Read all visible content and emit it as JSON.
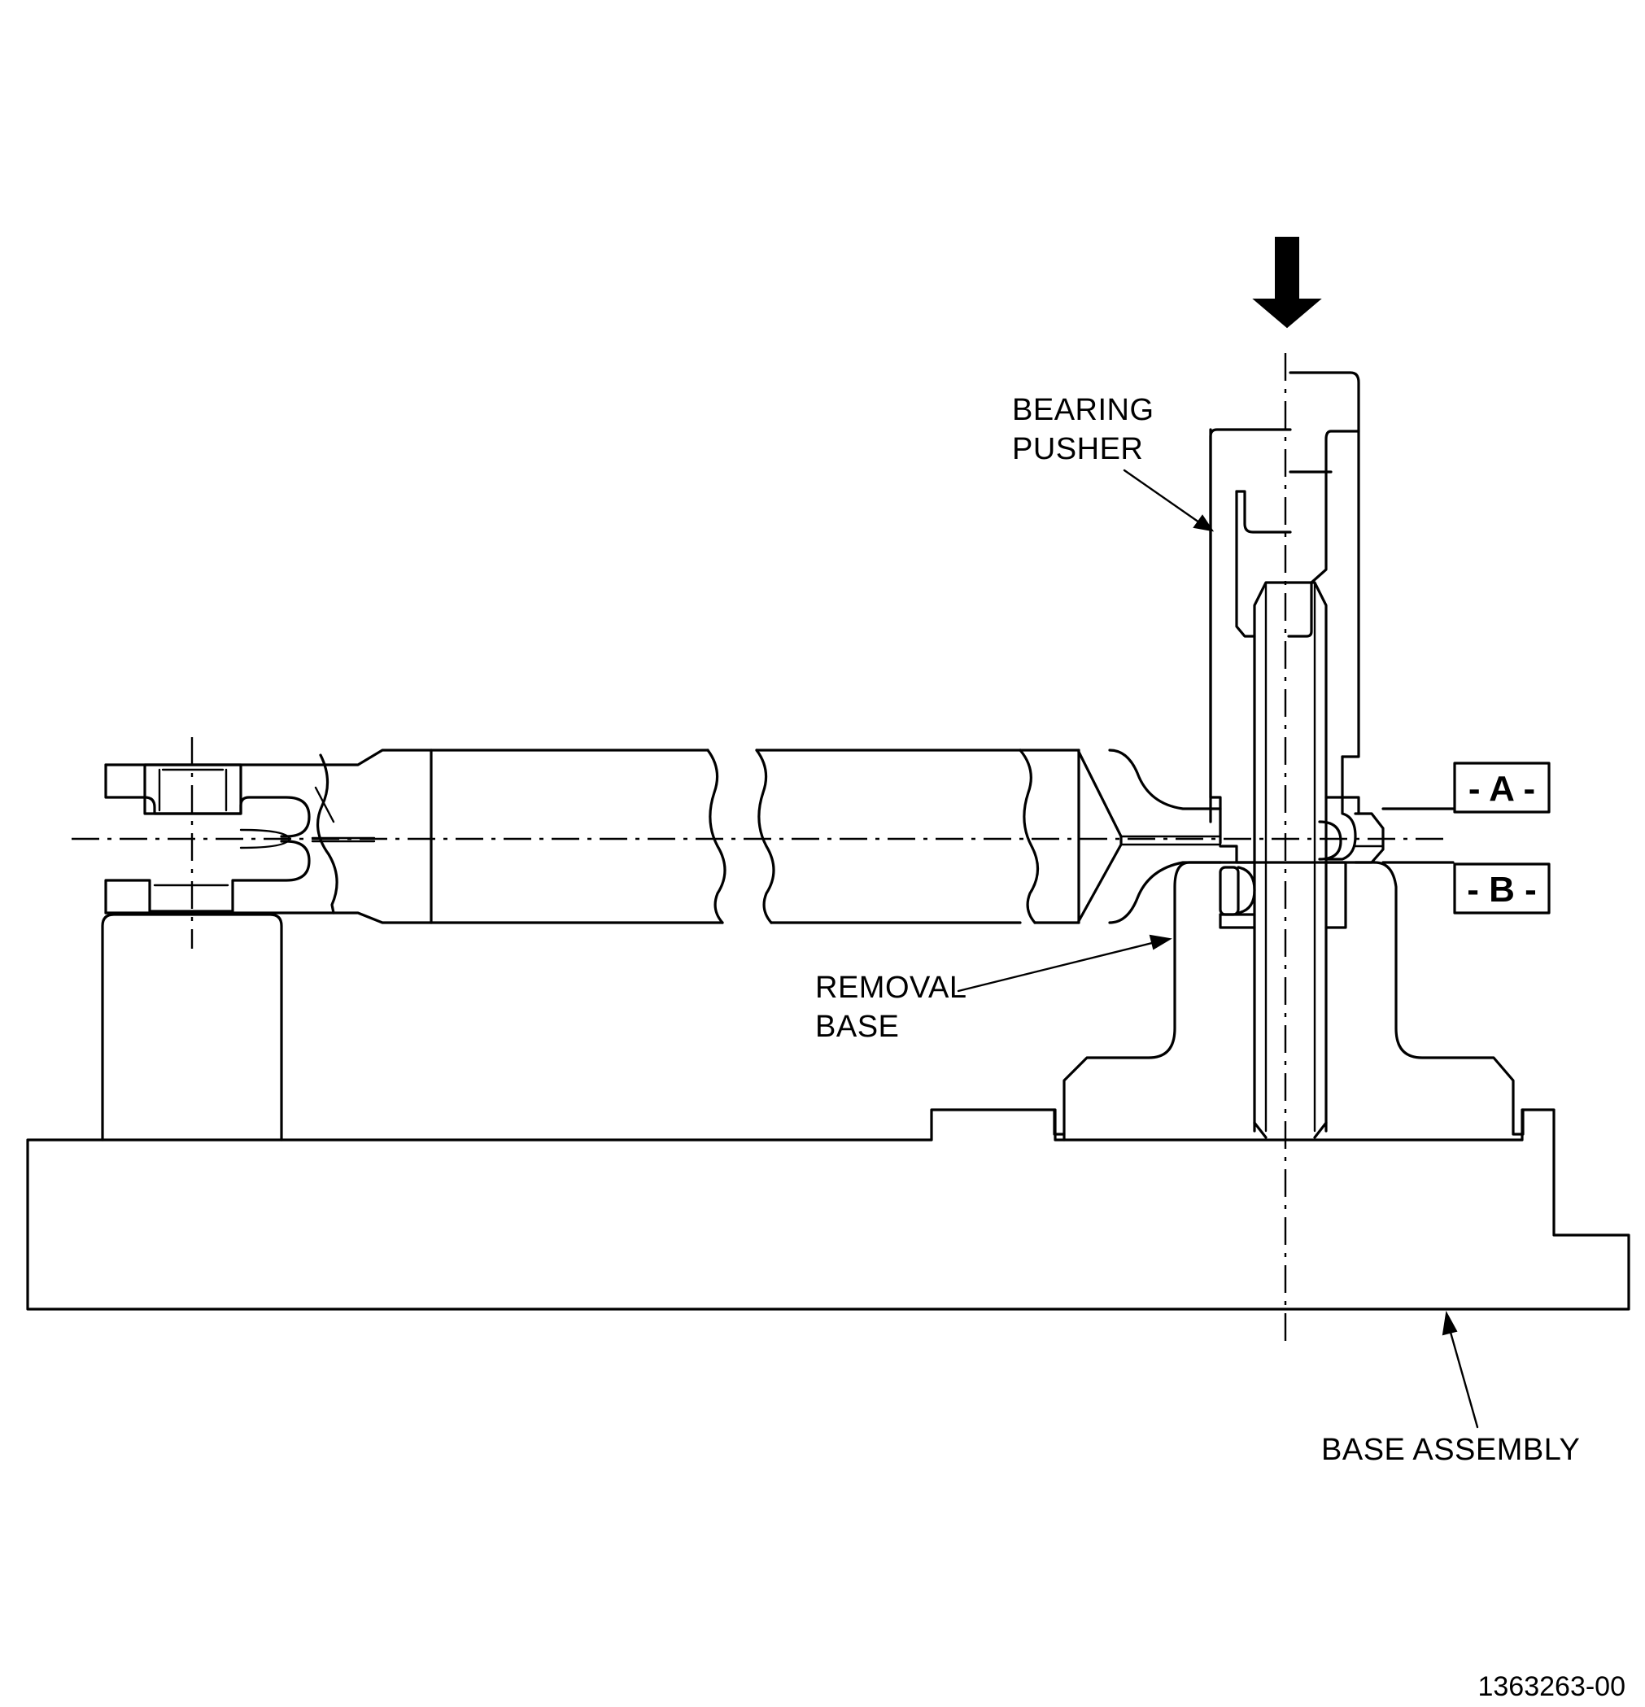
{
  "labels": {
    "bearing_pusher_line1": "BEARING",
    "bearing_pusher_line2": "PUSHER",
    "removal_base_line1": "REMOVAL",
    "removal_base_line2": "BASE",
    "base_assembly": "BASE ASSEMBLY"
  },
  "datums": {
    "a": "- A -",
    "b": "- B -"
  },
  "figure_number": "1363263-00",
  "icons": {
    "press_direction": "down-arrow-icon"
  }
}
